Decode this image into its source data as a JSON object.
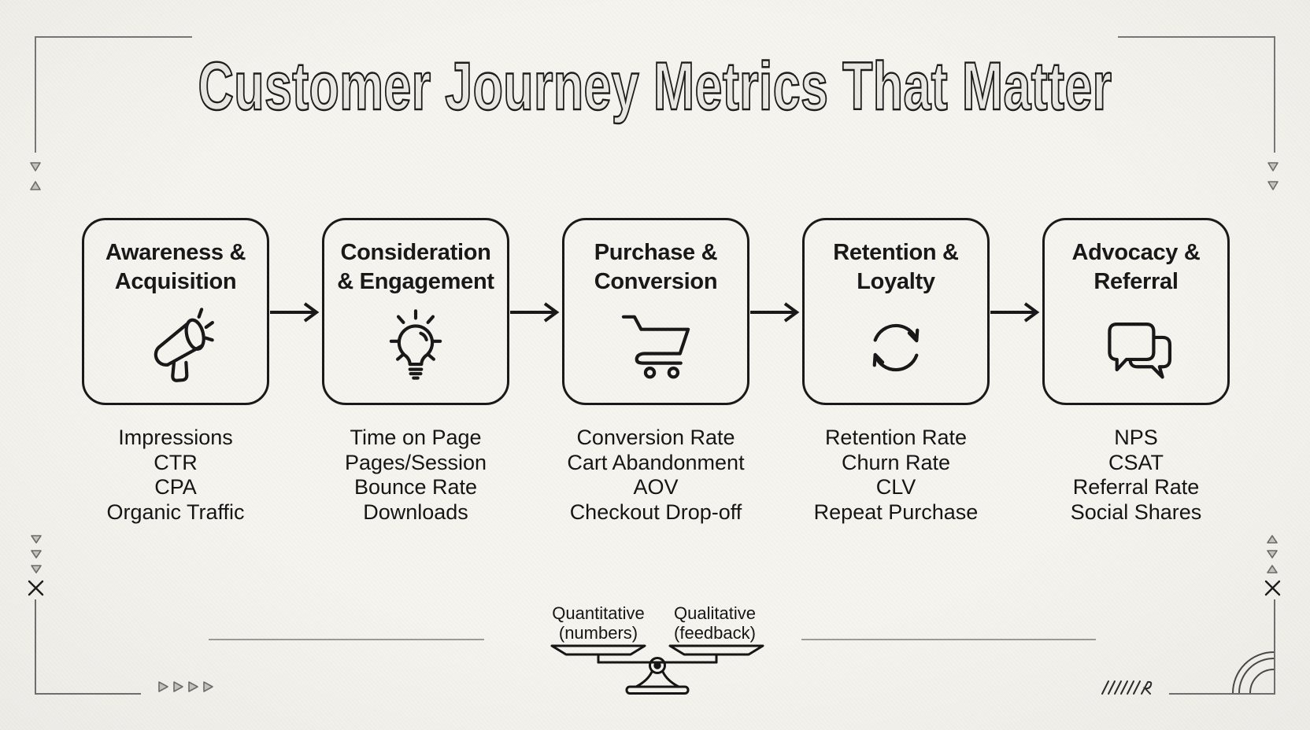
{
  "title": "Customer Journey Metrics That Matter",
  "stages": [
    {
      "name": "Awareness & Acquisition",
      "title_line1": "Awareness &",
      "title_line2": "Acquisition",
      "icon": "megaphone-icon",
      "metrics": [
        "Impressions",
        "CTR",
        "CPA",
        "Organic Traffic"
      ]
    },
    {
      "name": "Consideration & Engagement",
      "title_line1": "Consideration",
      "title_line2": "& Engagement",
      "icon": "lightbulb-icon",
      "metrics": [
        "Time on Page",
        "Pages/Session",
        "Bounce Rate",
        "Downloads"
      ]
    },
    {
      "name": "Purchase & Conversion",
      "title_line1": "Purchase &",
      "title_line2": "Conversion",
      "icon": "shopping-cart-icon",
      "metrics": [
        "Conversion Rate",
        "Cart Abandonment",
        "AOV",
        "Checkout Drop-off"
      ]
    },
    {
      "name": "Retention & Loyalty",
      "title_line1": "Retention &",
      "title_line2": "Loyalty",
      "icon": "cycle-arrows-icon",
      "metrics": [
        "Retention Rate",
        "Churn Rate",
        "CLV",
        "Repeat Purchase"
      ]
    },
    {
      "name": "Advocacy & Referral",
      "title_line1": "Advocacy &",
      "title_line2": "Referral",
      "icon": "chat-bubbles-icon",
      "metrics": [
        "NPS",
        "CSAT",
        "Referral Rate",
        "Social Shares"
      ]
    }
  ],
  "balance_scale": {
    "left_label_line1": "Quantitative",
    "left_label_line2": "(numbers)",
    "right_label_line1": "Qualitative",
    "right_label_line2": "(feedback)"
  },
  "colors": {
    "ink": "#181818",
    "paper": "#f6f4ef",
    "muted_gray": "#787878"
  }
}
